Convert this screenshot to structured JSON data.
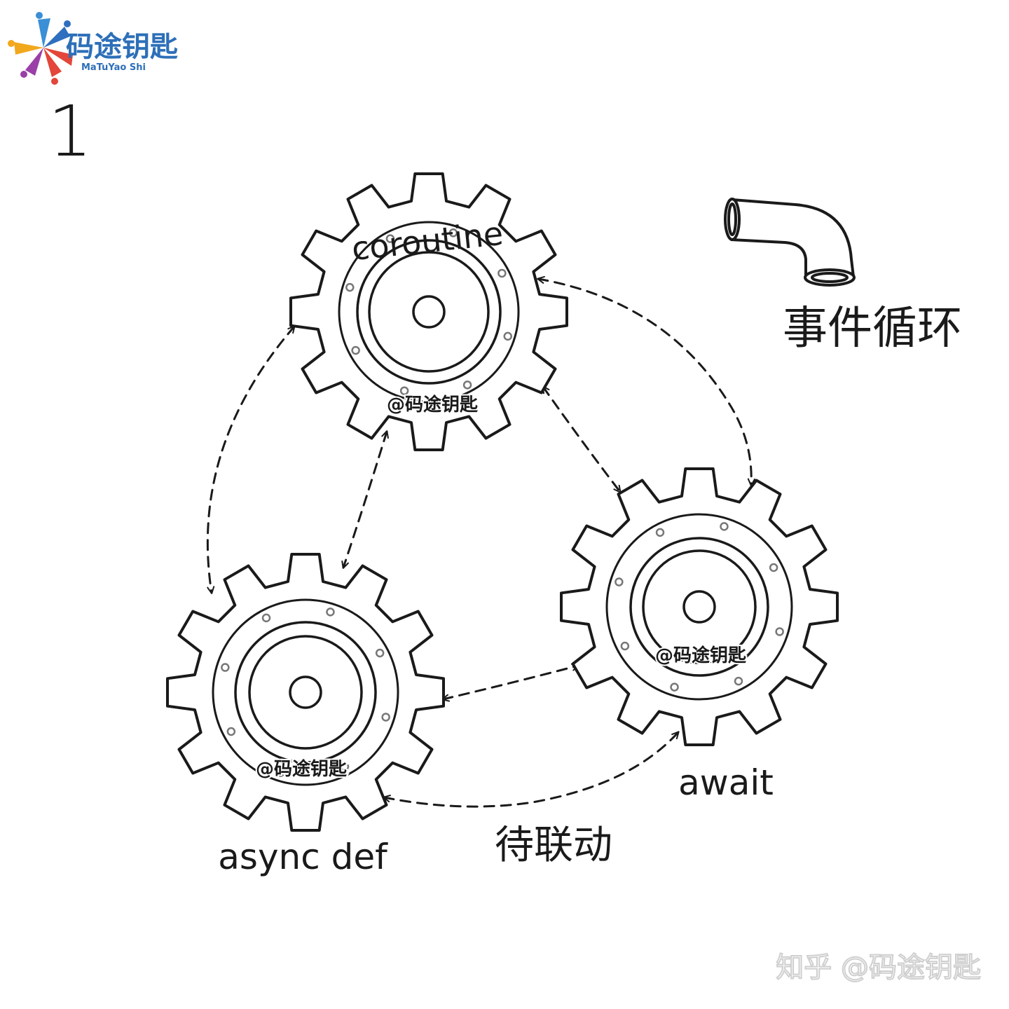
{
  "brand": {
    "name_zh": "码途钥匙",
    "name_en": "MaTuYao Shi",
    "colors": [
      "#3a8fd6",
      "#f2a81d",
      "#e3463a",
      "#9a3fa8",
      "#2e6fbf"
    ],
    "text_color": "#2d6fb8"
  },
  "slide_number": "1",
  "pipe": {
    "label": "事件循环",
    "icon": "elbow-pipe-icon"
  },
  "gears": {
    "coroutine": {
      "label": "coroutine",
      "watermark": "@码途钥匙"
    },
    "async_def": {
      "label": "async def",
      "watermark": "@码途钥匙"
    },
    "await": {
      "label": "await",
      "watermark": "@码途钥匙"
    }
  },
  "link_label": "待联动",
  "footer_watermark": "知乎 @码途钥匙",
  "colors": {
    "ink": "#1a1a1a",
    "watermark_stroke": "#ffffff",
    "footer": "#d9d9d9"
  }
}
